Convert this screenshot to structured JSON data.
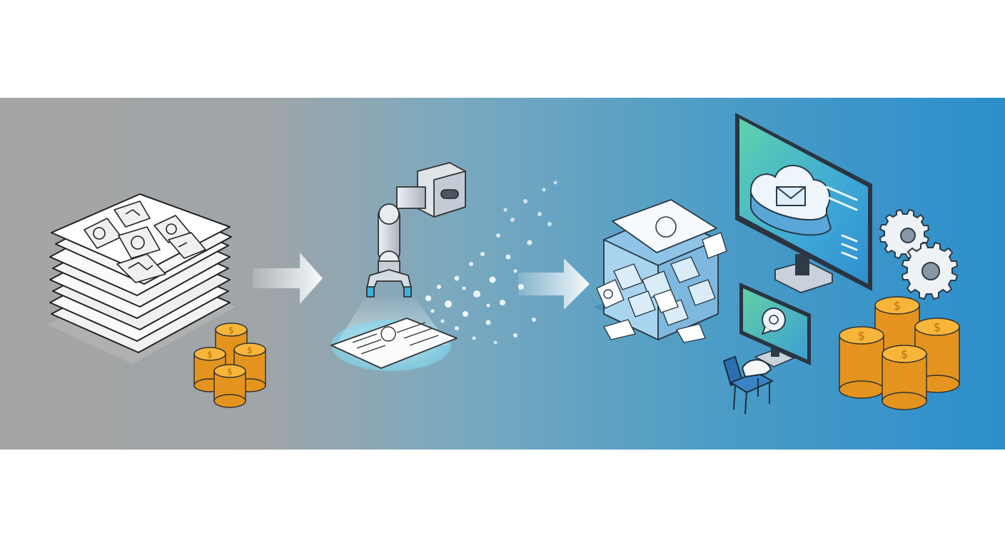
{
  "scene": {
    "stages": [
      "unstructured-documents-with-cost",
      "robotic-document-scanning",
      "digitized-documents-with-cloud-and-savings"
    ],
    "icons": [
      "paper-stack-icon",
      "coin-stack-icon",
      "arrow-right-icon",
      "robot-arm-icon",
      "scanned-document-icon",
      "data-particles-icon",
      "blue-document-pile-icon",
      "monitor-icon",
      "cloud-mail-icon",
      "gear-icon",
      "chat-monitor-icon",
      "chair-icon"
    ],
    "colors": {
      "band_left": "#a3a3a3",
      "band_mid": "#6fa6bd",
      "band_right": "#2f8fc9",
      "coin": "#f2a426",
      "screen_teal": "#5ccfb0",
      "screen_blue": "#3aa0d8",
      "doc_blue": "#8fc4e6"
    }
  }
}
